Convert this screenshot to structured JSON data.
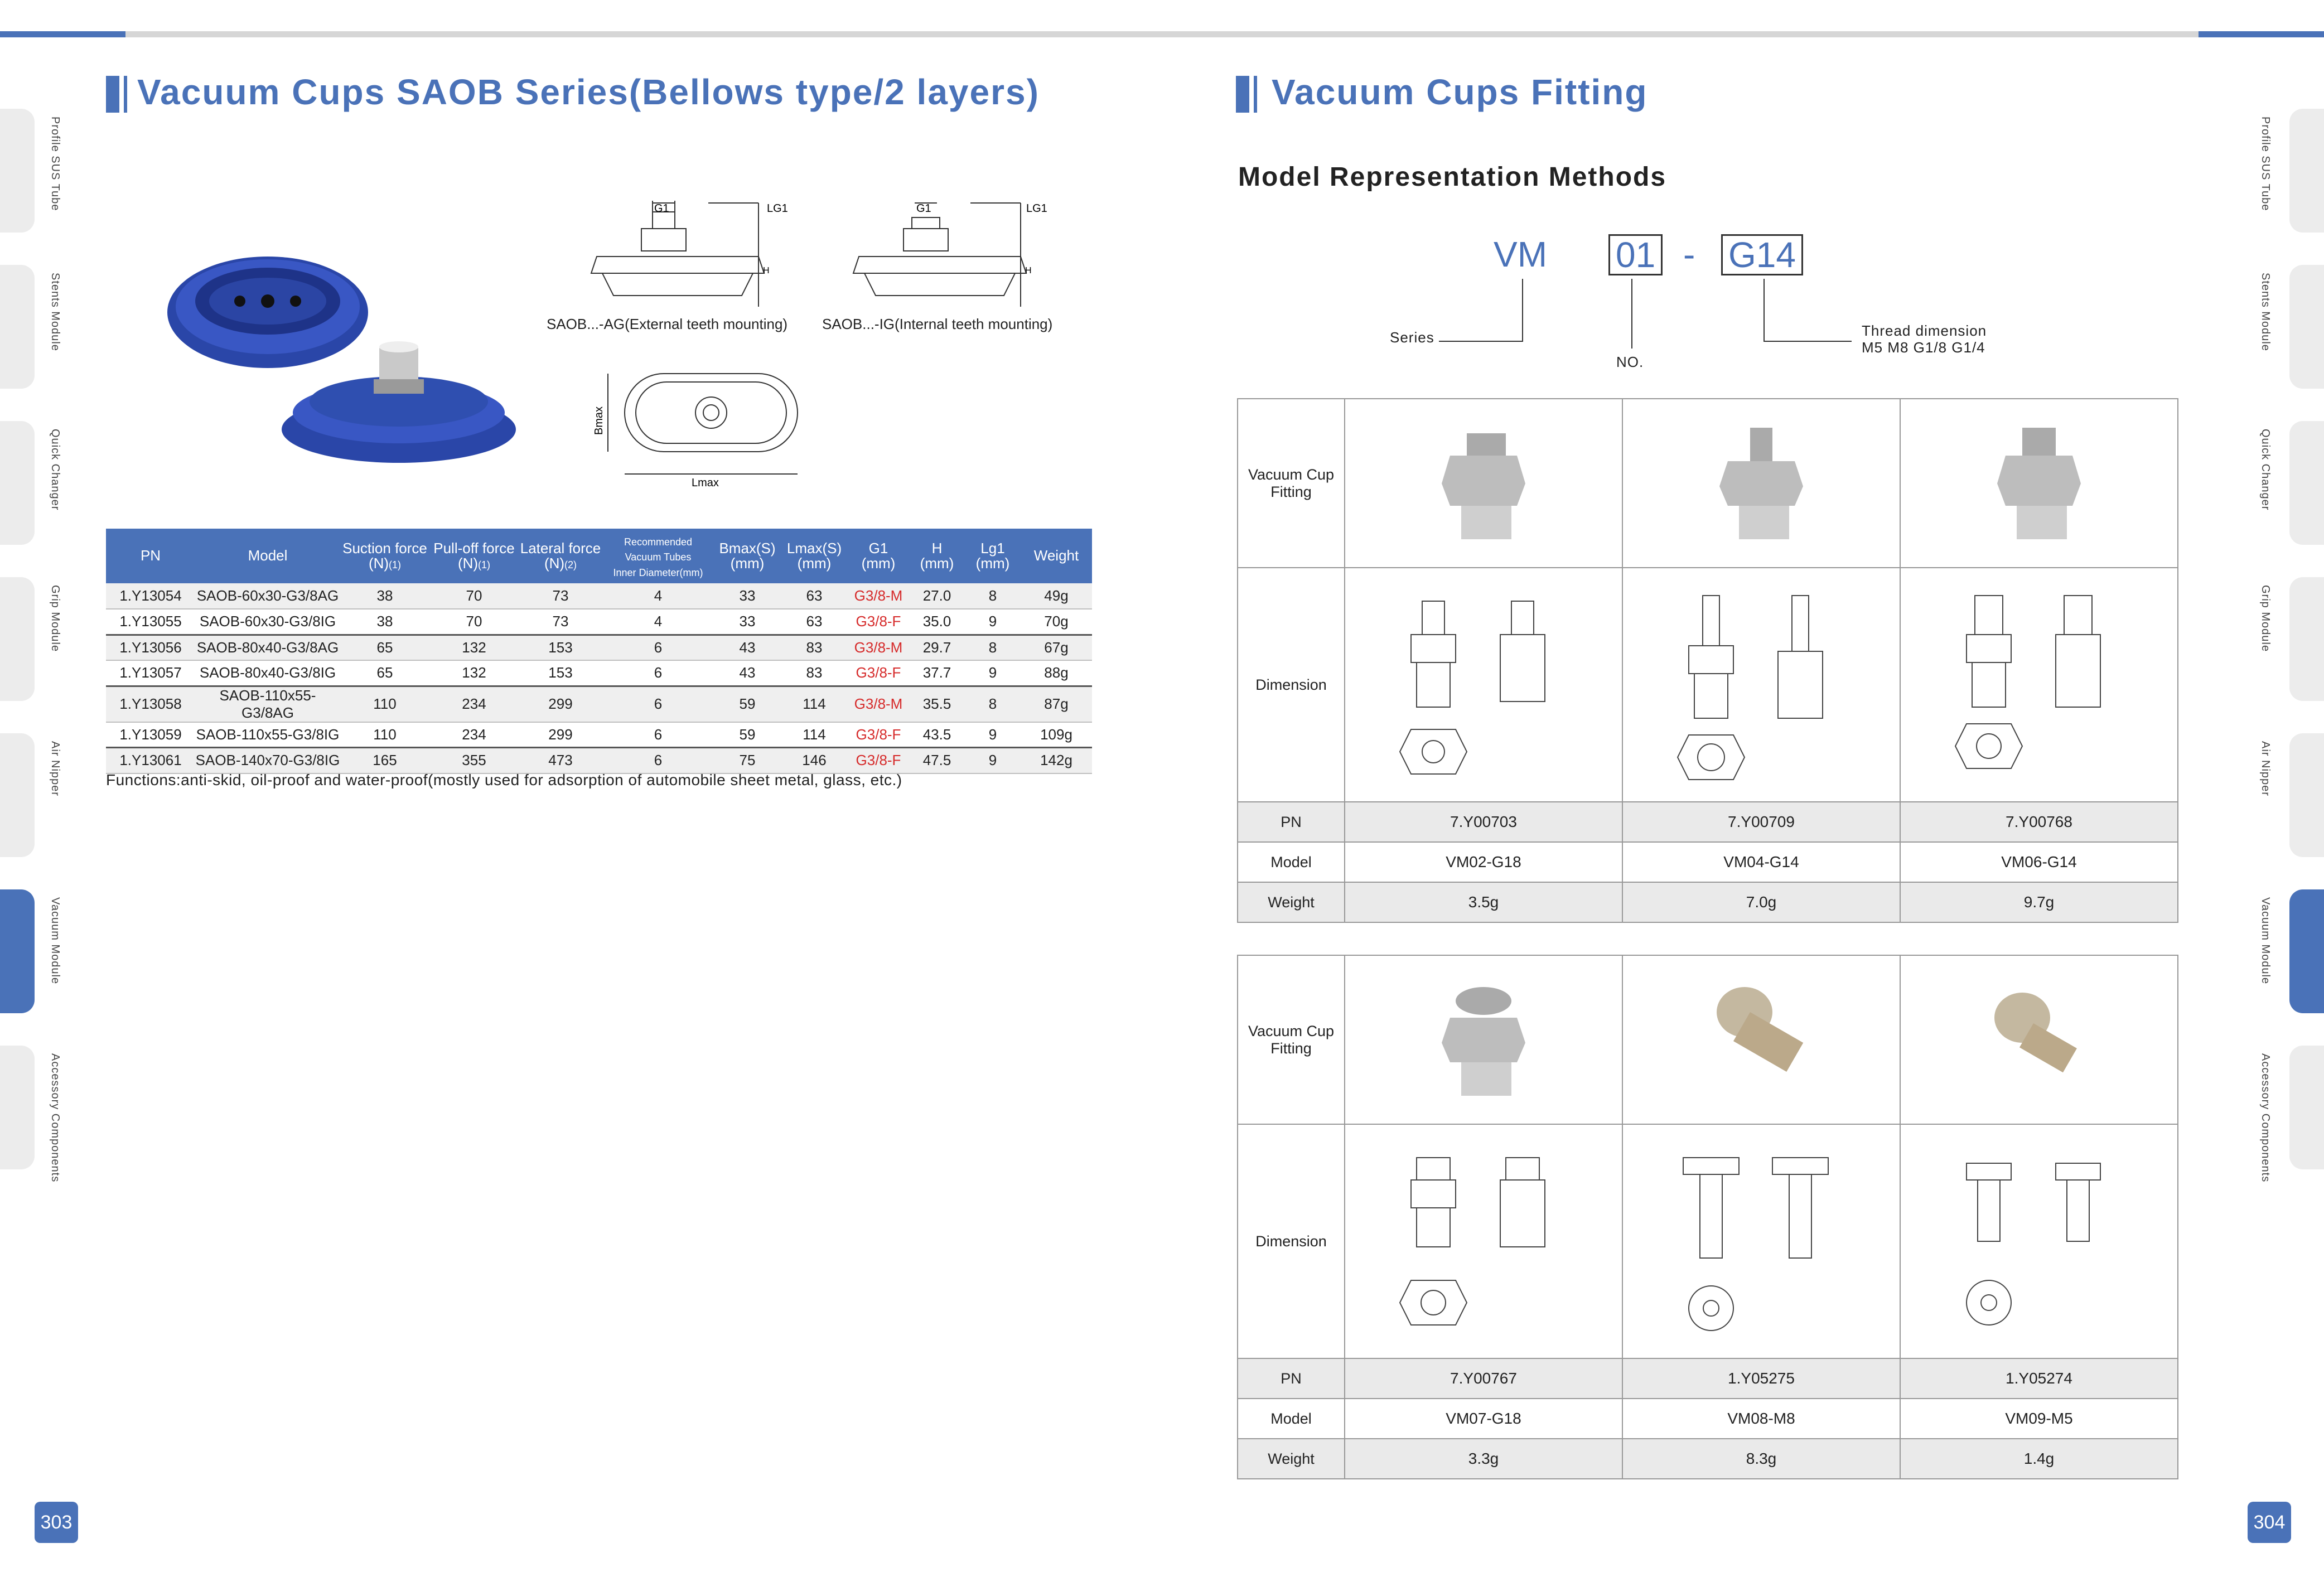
{
  "side_tabs": [
    {
      "label": "Profile  SUS  Tube",
      "active": false
    },
    {
      "label": "Stents Module",
      "active": false
    },
    {
      "label": "Quick Changer",
      "active": false
    },
    {
      "label": "Grip Module",
      "active": false
    },
    {
      "label": "Air Nipper",
      "active": false
    },
    {
      "label": "Vacuum Module",
      "active": true
    },
    {
      "label": "Accessory Components",
      "active": false
    }
  ],
  "left": {
    "title": "Vacuum Cups SAOB Series(Bellows type/2 layers)",
    "captions": {
      "ag": "SAOB...-AG(External teeth mounting)",
      "ig": "SAOB...-IG(Internal teeth mounting)"
    },
    "dims": {
      "g1": "G1",
      "lg1": "LG1",
      "h": "H",
      "bmax": "Bmax",
      "lmax": "Lmax"
    },
    "table_headers": {
      "pn": "PN",
      "model": "Model",
      "suction_a": "Suction force",
      "suction_b": "(N)",
      "pull_a": "Pull-off force",
      "pull_b": "(N)",
      "lateral_a": "Lateral force",
      "lateral_b": "(N)",
      "rec_a": "Recommended",
      "rec_b": "Vacuum Tubes",
      "rec_c": "Inner Diameter(mm)",
      "bmax_a": "Bmax(S)",
      "bmax_b": "(mm)",
      "lmax_a": "Lmax(S)",
      "lmax_b": "(mm)",
      "g1_a": "G1",
      "g1_b": "(mm)",
      "h_a": "H",
      "h_b": "(mm)",
      "lg1_a": "Lg1",
      "lg1_b": "(mm)",
      "weight": "Weight",
      "sup1": "(1)",
      "sup2": "(2)"
    },
    "rows": [
      [
        "1.Y13054",
        "SAOB-60x30-G3/8AG",
        "38",
        "70",
        "73",
        "4",
        "33",
        "63",
        "G3/8-M",
        "27.0",
        "8",
        "49g"
      ],
      [
        "1.Y13055",
        "SAOB-60x30-G3/8IG",
        "38",
        "70",
        "73",
        "4",
        "33",
        "63",
        "G3/8-F",
        "35.0",
        "9",
        "70g"
      ],
      [
        "1.Y13056",
        "SAOB-80x40-G3/8AG",
        "65",
        "132",
        "153",
        "6",
        "43",
        "83",
        "G3/8-M",
        "29.7",
        "8",
        "67g"
      ],
      [
        "1.Y13057",
        "SAOB-80x40-G3/8IG",
        "65",
        "132",
        "153",
        "6",
        "43",
        "83",
        "G3/8-F",
        "37.7",
        "9",
        "88g"
      ],
      [
        "1.Y13058",
        "SAOB-110x55-G3/8AG",
        "110",
        "234",
        "299",
        "6",
        "59",
        "114",
        "G3/8-M",
        "35.5",
        "8",
        "87g"
      ],
      [
        "1.Y13059",
        "SAOB-110x55-G3/8IG",
        "110",
        "234",
        "299",
        "6",
        "59",
        "114",
        "G3/8-F",
        "43.5",
        "9",
        "109g"
      ],
      [
        "1.Y13061",
        "SAOB-140x70-G3/8IG",
        "165",
        "355",
        "473",
        "6",
        "75",
        "146",
        "G3/8-F",
        "47.5",
        "9",
        "142g"
      ]
    ],
    "note": "Functions:anti-skid, oil-proof and water-proof(mostly used for adsorption of automobile sheet metal, glass, etc.)",
    "page": "303"
  },
  "right": {
    "title": "Vacuum Cups  Fitting",
    "subtitle": "Model Representation Methods",
    "code": {
      "vm": "VM",
      "no": "01",
      "dash": "-",
      "thread": "G14"
    },
    "labels": {
      "series": "Series",
      "no": "NO.",
      "thread_a": "Thread  dimension",
      "thread_b": "M5  M8  G1/8 G1/4"
    },
    "row_labels": {
      "fitting_a": "Vacuum Cup",
      "fitting_b": "Fitting",
      "dimension": "Dimension",
      "pn": "PN",
      "model": "Model",
      "weight": "Weight"
    },
    "table1": [
      {
        "pn": "7.Y00703",
        "model": "VM02-G18",
        "weight": "3.5g"
      },
      {
        "pn": "7.Y00709",
        "model": "VM04-G14",
        "weight": "7.0g"
      },
      {
        "pn": "7.Y00768",
        "model": "VM06-G14",
        "weight": "9.7g"
      }
    ],
    "table2": [
      {
        "pn": "7.Y00767",
        "model": "VM07-G18",
        "weight": "3.3g"
      },
      {
        "pn": "1.Y05275",
        "model": "VM08-M8",
        "weight": "8.3g"
      },
      {
        "pn": "1.Y05274",
        "model": "VM09-M5",
        "weight": "1.4g"
      }
    ],
    "page": "304"
  },
  "colors": {
    "accent": "#4a72b8",
    "red": "#d62b2b",
    "cup": "#2f4fb0"
  }
}
